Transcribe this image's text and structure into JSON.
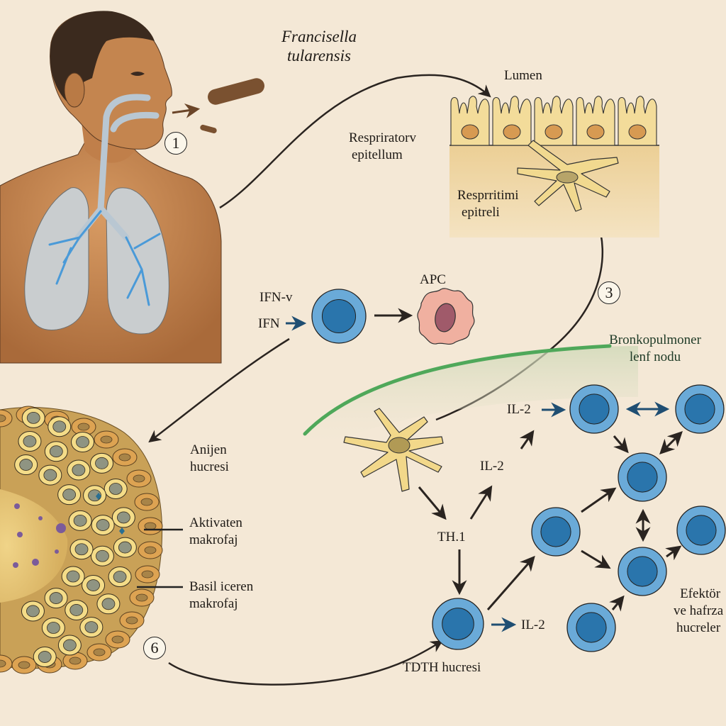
{
  "diagram": {
    "topic": "Tularemia immune response",
    "pathogen_label": [
      "Francisella",
      "tularensis"
    ],
    "steps": [
      "1",
      "3",
      "6"
    ],
    "labels": {
      "lumen": "Lumen",
      "respiratory_epithelium": [
        "Respriratorv",
        "epitellum"
      ],
      "respiratory_epithelium_2": [
        "Resprritimi",
        "epitreli"
      ],
      "ifn_gamma": "IFN-v",
      "ifn": "IFN",
      "apc": "APC",
      "lymph_node": [
        "Bronkopulmoner",
        "lenf nodu"
      ],
      "il2_top": "IL-2",
      "il2_mid": "IL-2",
      "il2_bottom": "IL-2",
      "th1": "TH.1",
      "tdth": "TDTH hucresi",
      "antigen_cell": [
        "Anijen",
        "hucresi"
      ],
      "activated_macrophage": [
        "Aktivaten",
        "makrofaj"
      ],
      "bacilli_macrophage": [
        "Basil iceren",
        "makrofaj"
      ],
      "effector_memory": [
        "Efektör",
        "ve hafrza",
        "hucreler"
      ]
    },
    "colors": {
      "background": "#f4e8d6",
      "t_cell_outer": "#6aaad8",
      "t_cell_inner": "#2a75ac",
      "apc_fill": "#f0b0a0",
      "dendritic_fill": "#f2d88a",
      "lymph_node_border": "#4fa85a",
      "skin": "#c98a55",
      "lung": "#c9cdcf",
      "bacterium": "#7a5130"
    }
  }
}
